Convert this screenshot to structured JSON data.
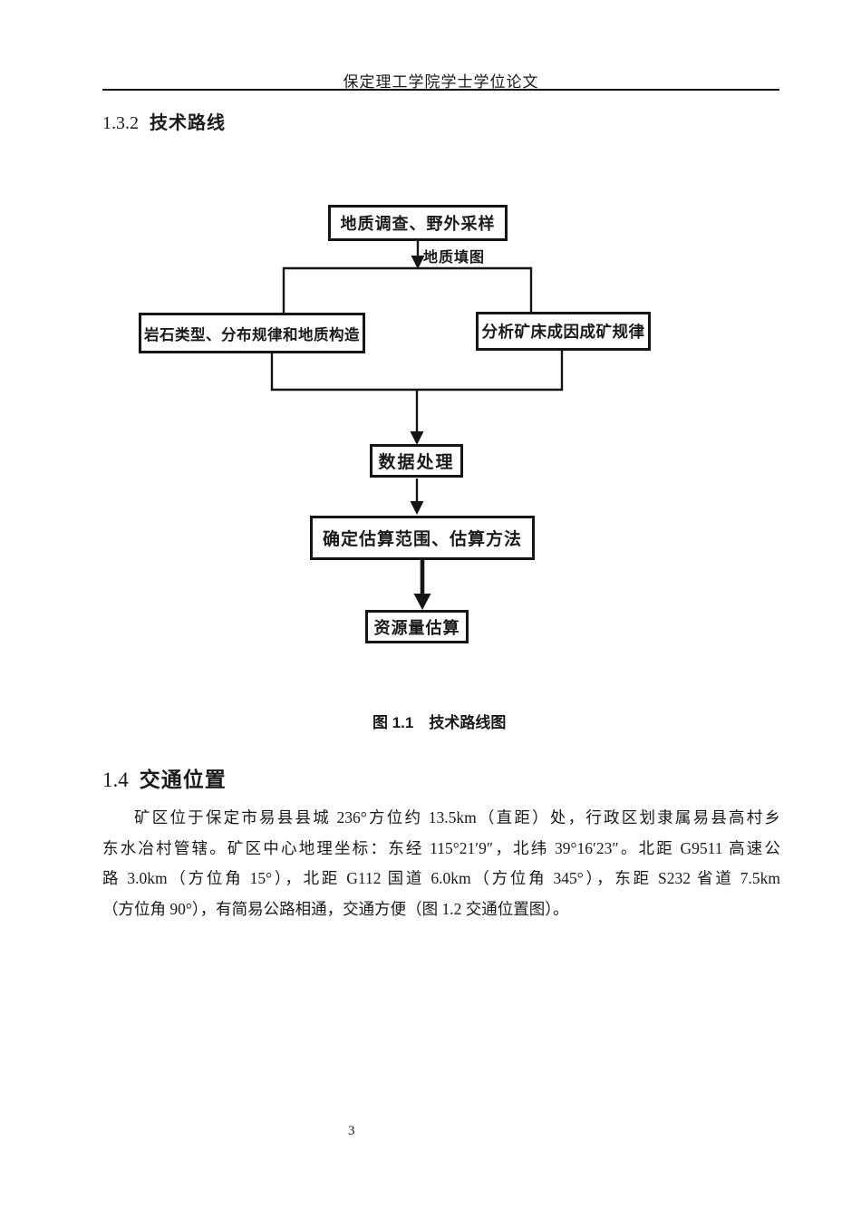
{
  "header": {
    "title": "保定理工学院学士学位论文"
  },
  "sections": {
    "s132": {
      "number": "1.3.2",
      "title": "技术路线"
    },
    "s14": {
      "number": "1.4",
      "title": "交通位置"
    }
  },
  "flowchart": {
    "nodes": {
      "survey": "地质调查、野外采样",
      "edge_label": "地质填图",
      "rock_types": "岩石类型、分布规律和地质构造",
      "ore_genesis": "分析矿床成因成矿规律",
      "data_processing": "数据处理",
      "estimation_scope": "确定估算范围、估算方法",
      "resource_estimation": "资源量估算"
    },
    "caption": "图 1.1　技术路线图"
  },
  "body": {
    "lines": [
      "矿区位于保定市易县县城 236°方位约 13.5km（直距）处，行政区划隶属易县高村乡",
      "东水冶村管辖。矿区中心地理坐标：东经 115°21′9″，北纬 39°16′23″。北距 G9511 高速公",
      "路 3.0km（方位角 15°），北距 G112 国道 6.0km（方位角 345°），东距 S232 省道 7.5km",
      "（方位角 90°），有简易公路相通，交通方便（图 1.2 交通位置图）。"
    ]
  },
  "footer": {
    "page_number": "3"
  }
}
